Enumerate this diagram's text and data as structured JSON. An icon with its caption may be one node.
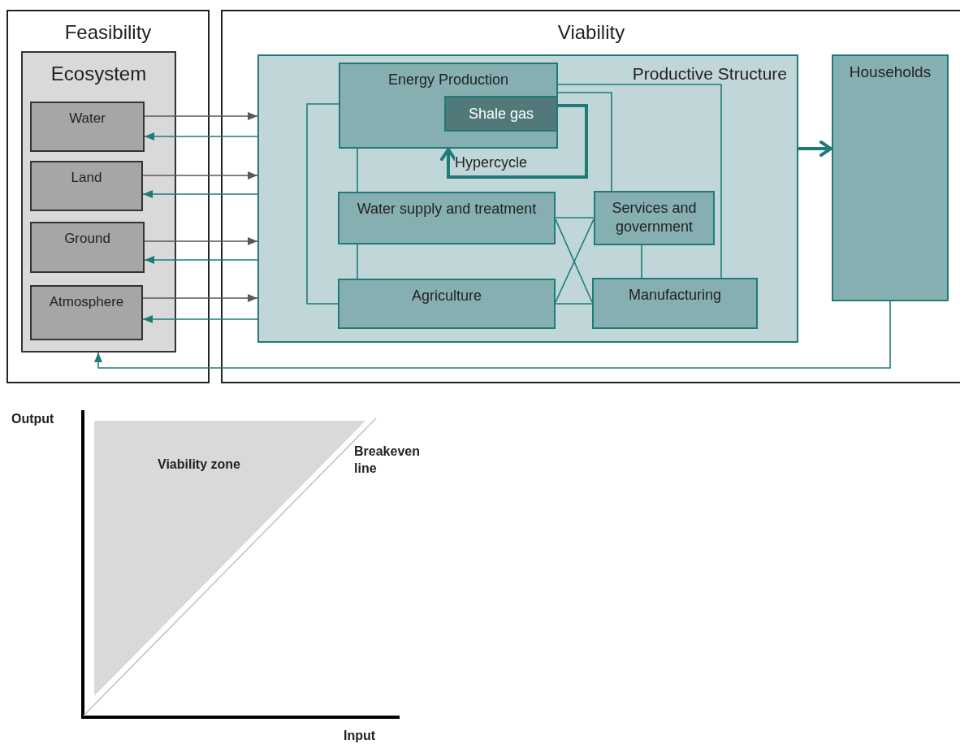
{
  "diagram": {
    "nodes": [
      {
        "text": [
          "Feasibility"
        ]
      },
      {
        "text": [
          "Ecosystem"
        ],
        "in": 0
      },
      {
        "text": [
          "Water"
        ],
        "in": 1
      },
      {
        "text": [
          "Land"
        ],
        "in": 1
      },
      {
        "text": [
          "Ground"
        ],
        "in": 1
      },
      {
        "text": [
          "Atmosphere"
        ],
        "in": 1
      },
      {
        "text": [
          "Viability"
        ]
      },
      {
        "text": [
          "Productive Structure"
        ],
        "in": 6
      },
      {
        "text": [
          "Energy Production"
        ],
        "in": 7
      },
      {
        "text": [
          "Shale gas"
        ],
        "in": 8
      },
      {
        "text": [
          "Water supply and treatment"
        ],
        "in": 7
      },
      {
        "text": [
          "Services and government"
        ],
        "in": 7
      },
      {
        "text": [
          "Agriculture"
        ],
        "in": 7
      },
      {
        "text": [
          "Manufacturing"
        ],
        "in": 7
      },
      {
        "text": [
          "Households"
        ],
        "in": 6
      },
      {
        "text": [
          "Viability zone"
        ]
      }
    ],
    "edges": [
      {
        "from": 2,
        "to": 7,
        "arrow": "to",
        "color": "#595959"
      },
      {
        "from": 7,
        "to": 2,
        "arrow": "to"
      },
      {
        "from": 3,
        "to": 7,
        "arrow": "to",
        "color": "#595959"
      },
      {
        "from": 7,
        "to": 3,
        "arrow": "to"
      },
      {
        "from": 4,
        "to": 7,
        "arrow": "to",
        "color": "#595959"
      },
      {
        "from": 7,
        "to": 4,
        "arrow": "to"
      },
      {
        "from": 5,
        "to": 7,
        "arrow": "to",
        "color": "#595959"
      },
      {
        "from": 7,
        "to": 5,
        "arrow": "to"
      },
      {
        "from": 8,
        "to": 10,
        "arrow": "none"
      },
      {
        "from": 10,
        "to": 12,
        "arrow": "none"
      },
      {
        "from": 8,
        "to": 12,
        "arrow": "none"
      },
      {
        "from": 8,
        "to": 11,
        "arrow": "none"
      },
      {
        "from": 8,
        "to": 13,
        "arrow": "none"
      },
      {
        "from": 10,
        "to": 11,
        "arrow": "none"
      },
      {
        "from": 10,
        "to": 13,
        "arrow": "none"
      },
      {
        "from": 12,
        "to": 11,
        "arrow": "none"
      },
      {
        "from": 12,
        "to": 13,
        "arrow": "none"
      },
      {
        "from": 11,
        "to": 13,
        "arrow": "none"
      },
      {
        "from": 9,
        "to": 8,
        "arrow": "to",
        "label": "Hypercycle",
        "style": "thick"
      },
      {
        "from": 7,
        "to": 14,
        "arrow": "to",
        "style": "thick"
      },
      {
        "from": 14,
        "to": 1,
        "arrow": "to"
      }
    ],
    "labels": [
      "Output",
      "Breakeven line",
      "Input"
    ]
  }
}
